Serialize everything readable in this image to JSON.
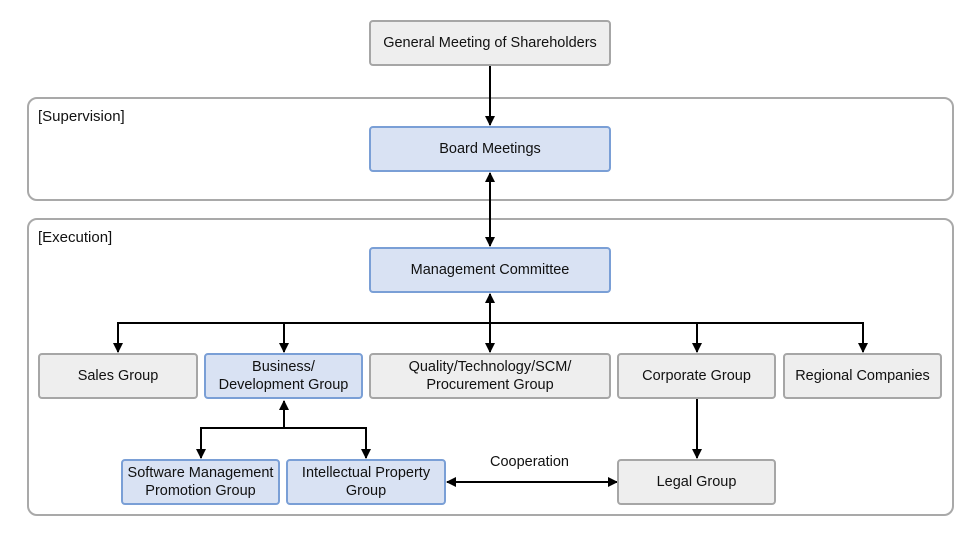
{
  "sections": {
    "supervision": "[Supervision]",
    "execution": "[Execution]"
  },
  "nodes": {
    "shareholders": "General Meeting of Shareholders",
    "board": "Board Meetings",
    "management": "Management Committee",
    "sales": "Sales Group",
    "business": "Business/\nDevelopment Group",
    "quality": "Quality/Technology/SCM/\nProcurement Group",
    "corporate": "Corporate Group",
    "regional": "Regional Companies",
    "software": "Software Management\nPromotion Group",
    "ip": "Intellectual Property\nGroup",
    "legal": "Legal Group"
  },
  "edge_label": "Cooperation",
  "colors": {
    "gray_fill": "#eeeeee",
    "gray_border": "#a6a6a6",
    "blue_fill": "#d9e2f3",
    "blue_border": "#7a9fd6",
    "line": "#000000"
  }
}
